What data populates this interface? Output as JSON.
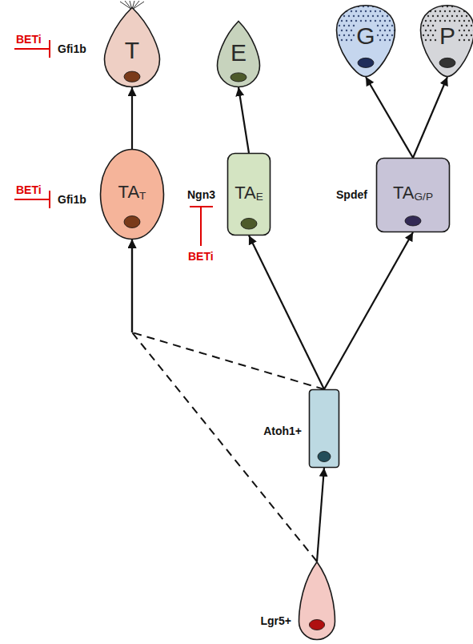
{
  "diagram": {
    "nodes": [
      {
        "text": [
          "T"
        ]
      },
      {
        "text": [
          "E"
        ]
      },
      {
        "text": [
          "G"
        ]
      },
      {
        "text": [
          "P"
        ]
      },
      {
        "text": [
          "TAT"
        ]
      },
      {
        "text": [
          "TAE"
        ]
      },
      {
        "text": [
          "TAG/P"
        ]
      },
      {
        "text": [
          "Atoh1+"
        ]
      },
      {
        "text": [
          "Lgr5+"
        ]
      }
    ],
    "edges": [
      {
        "from": 8,
        "to": 7,
        "arrow": "to"
      },
      {
        "from": 7,
        "to": 5,
        "arrow": "to"
      },
      {
        "from": 7,
        "to": 6,
        "arrow": "to"
      },
      {
        "from": 5,
        "to": 1,
        "arrow": "to"
      },
      {
        "from": 6,
        "to": 2,
        "arrow": "to"
      },
      {
        "from": 6,
        "to": 3,
        "arrow": "to"
      },
      {
        "from": 4,
        "to": 0,
        "arrow": "to"
      },
      {
        "from": 8,
        "to": 4,
        "arrow": "to"
      },
      {
        "from": 7,
        "to": 4,
        "arrow": "to"
      }
    ],
    "labels": [
      "BETi",
      "Gfi1b",
      "BETi",
      "Gfi1b",
      "Ngn3",
      "BETi",
      "Spdef"
    ]
  }
}
